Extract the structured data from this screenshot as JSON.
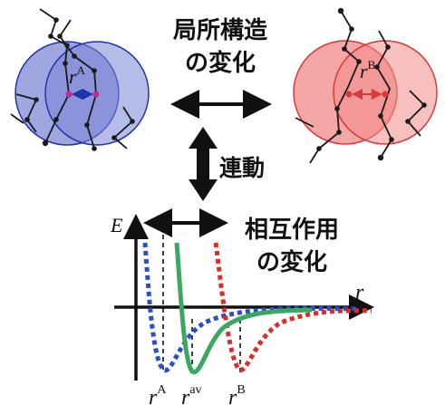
{
  "top_label": {
    "line1": "局所構造",
    "line2": "の変化"
  },
  "mid_label": "連動",
  "bottom_label": {
    "line1": "相互作用",
    "line2": "の変化"
  },
  "left_structure": {
    "r": "r",
    "sup": "A"
  },
  "right_structure": {
    "r": "r",
    "sup": "B"
  },
  "plot": {
    "y_axis": "E",
    "x_axis": "r",
    "min_labels": [
      {
        "r": "r",
        "sup": "A"
      },
      {
        "r": "r",
        "sup": "av"
      },
      {
        "r": "r",
        "sup": "B"
      }
    ]
  },
  "colors": {
    "blue_fill": "#7a85d6",
    "blue_stroke": "#2233a8",
    "red_fill": "#f28a8a",
    "red_stroke": "#d63a3a",
    "curve_blue": "#2b4fc8",
    "curve_green": "#3aa860",
    "curve_red": "#e02a2a",
    "chain": "#1a1a1a",
    "marker": "#c02a8a"
  }
}
